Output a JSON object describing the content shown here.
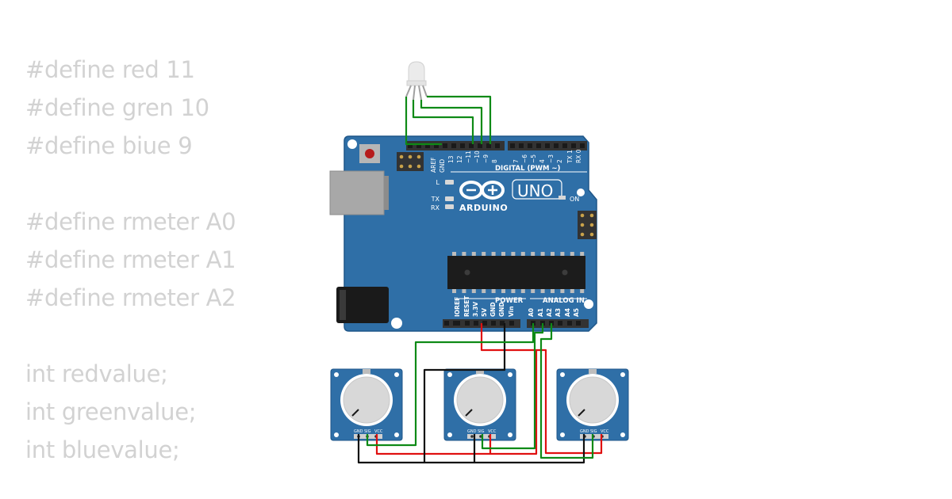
{
  "code": {
    "lines": [
      "#define red 11",
      "#define gren 10",
      "#define biue 9",
      "",
      "#define rmeter A0",
      "#define rmeter A1",
      "#define rmeter A2",
      "",
      "int redvalue;",
      "int greenvalue;",
      "int bluevalue;"
    ]
  },
  "board": {
    "logo_text": "ARDUINO",
    "model": "UNO",
    "on_label": "ON",
    "l_label": "L",
    "tx_label": "TX",
    "rx_label": "RX",
    "digital_header": "DIGITAL (PWM ~)",
    "power_header": "POWER",
    "analog_header": "ANALOG IN",
    "digital_pins_left": [
      "AREF",
      "GND",
      "13",
      "12",
      "~11",
      "~10",
      "~9",
      "8"
    ],
    "digital_pins_right": [
      "7",
      "~6",
      "~5",
      "4",
      "~3",
      "2",
      "TX 1",
      "RX 0"
    ],
    "power_pins": [
      "IOREF",
      "RESET",
      "3.3V",
      "5V",
      "GND",
      "GND",
      "Vin"
    ],
    "analog_pins": [
      "A0",
      "A1",
      "A2",
      "A3",
      "A4",
      "A5"
    ]
  },
  "potentiometers": [
    {
      "pins": [
        "GND",
        "SIG",
        "VCC"
      ]
    },
    {
      "pins": [
        "GND",
        "SIG",
        "VCC"
      ]
    },
    {
      "pins": [
        "GND",
        "SIG",
        "VCC"
      ]
    }
  ],
  "colors": {
    "board": "#2f6fa7",
    "board_edge": "#1f5688",
    "header": "#333333",
    "wire_green": "#0e8a16",
    "wire_red": "#e01010",
    "wire_black": "#111111",
    "code_text": "#d2d2d2"
  }
}
